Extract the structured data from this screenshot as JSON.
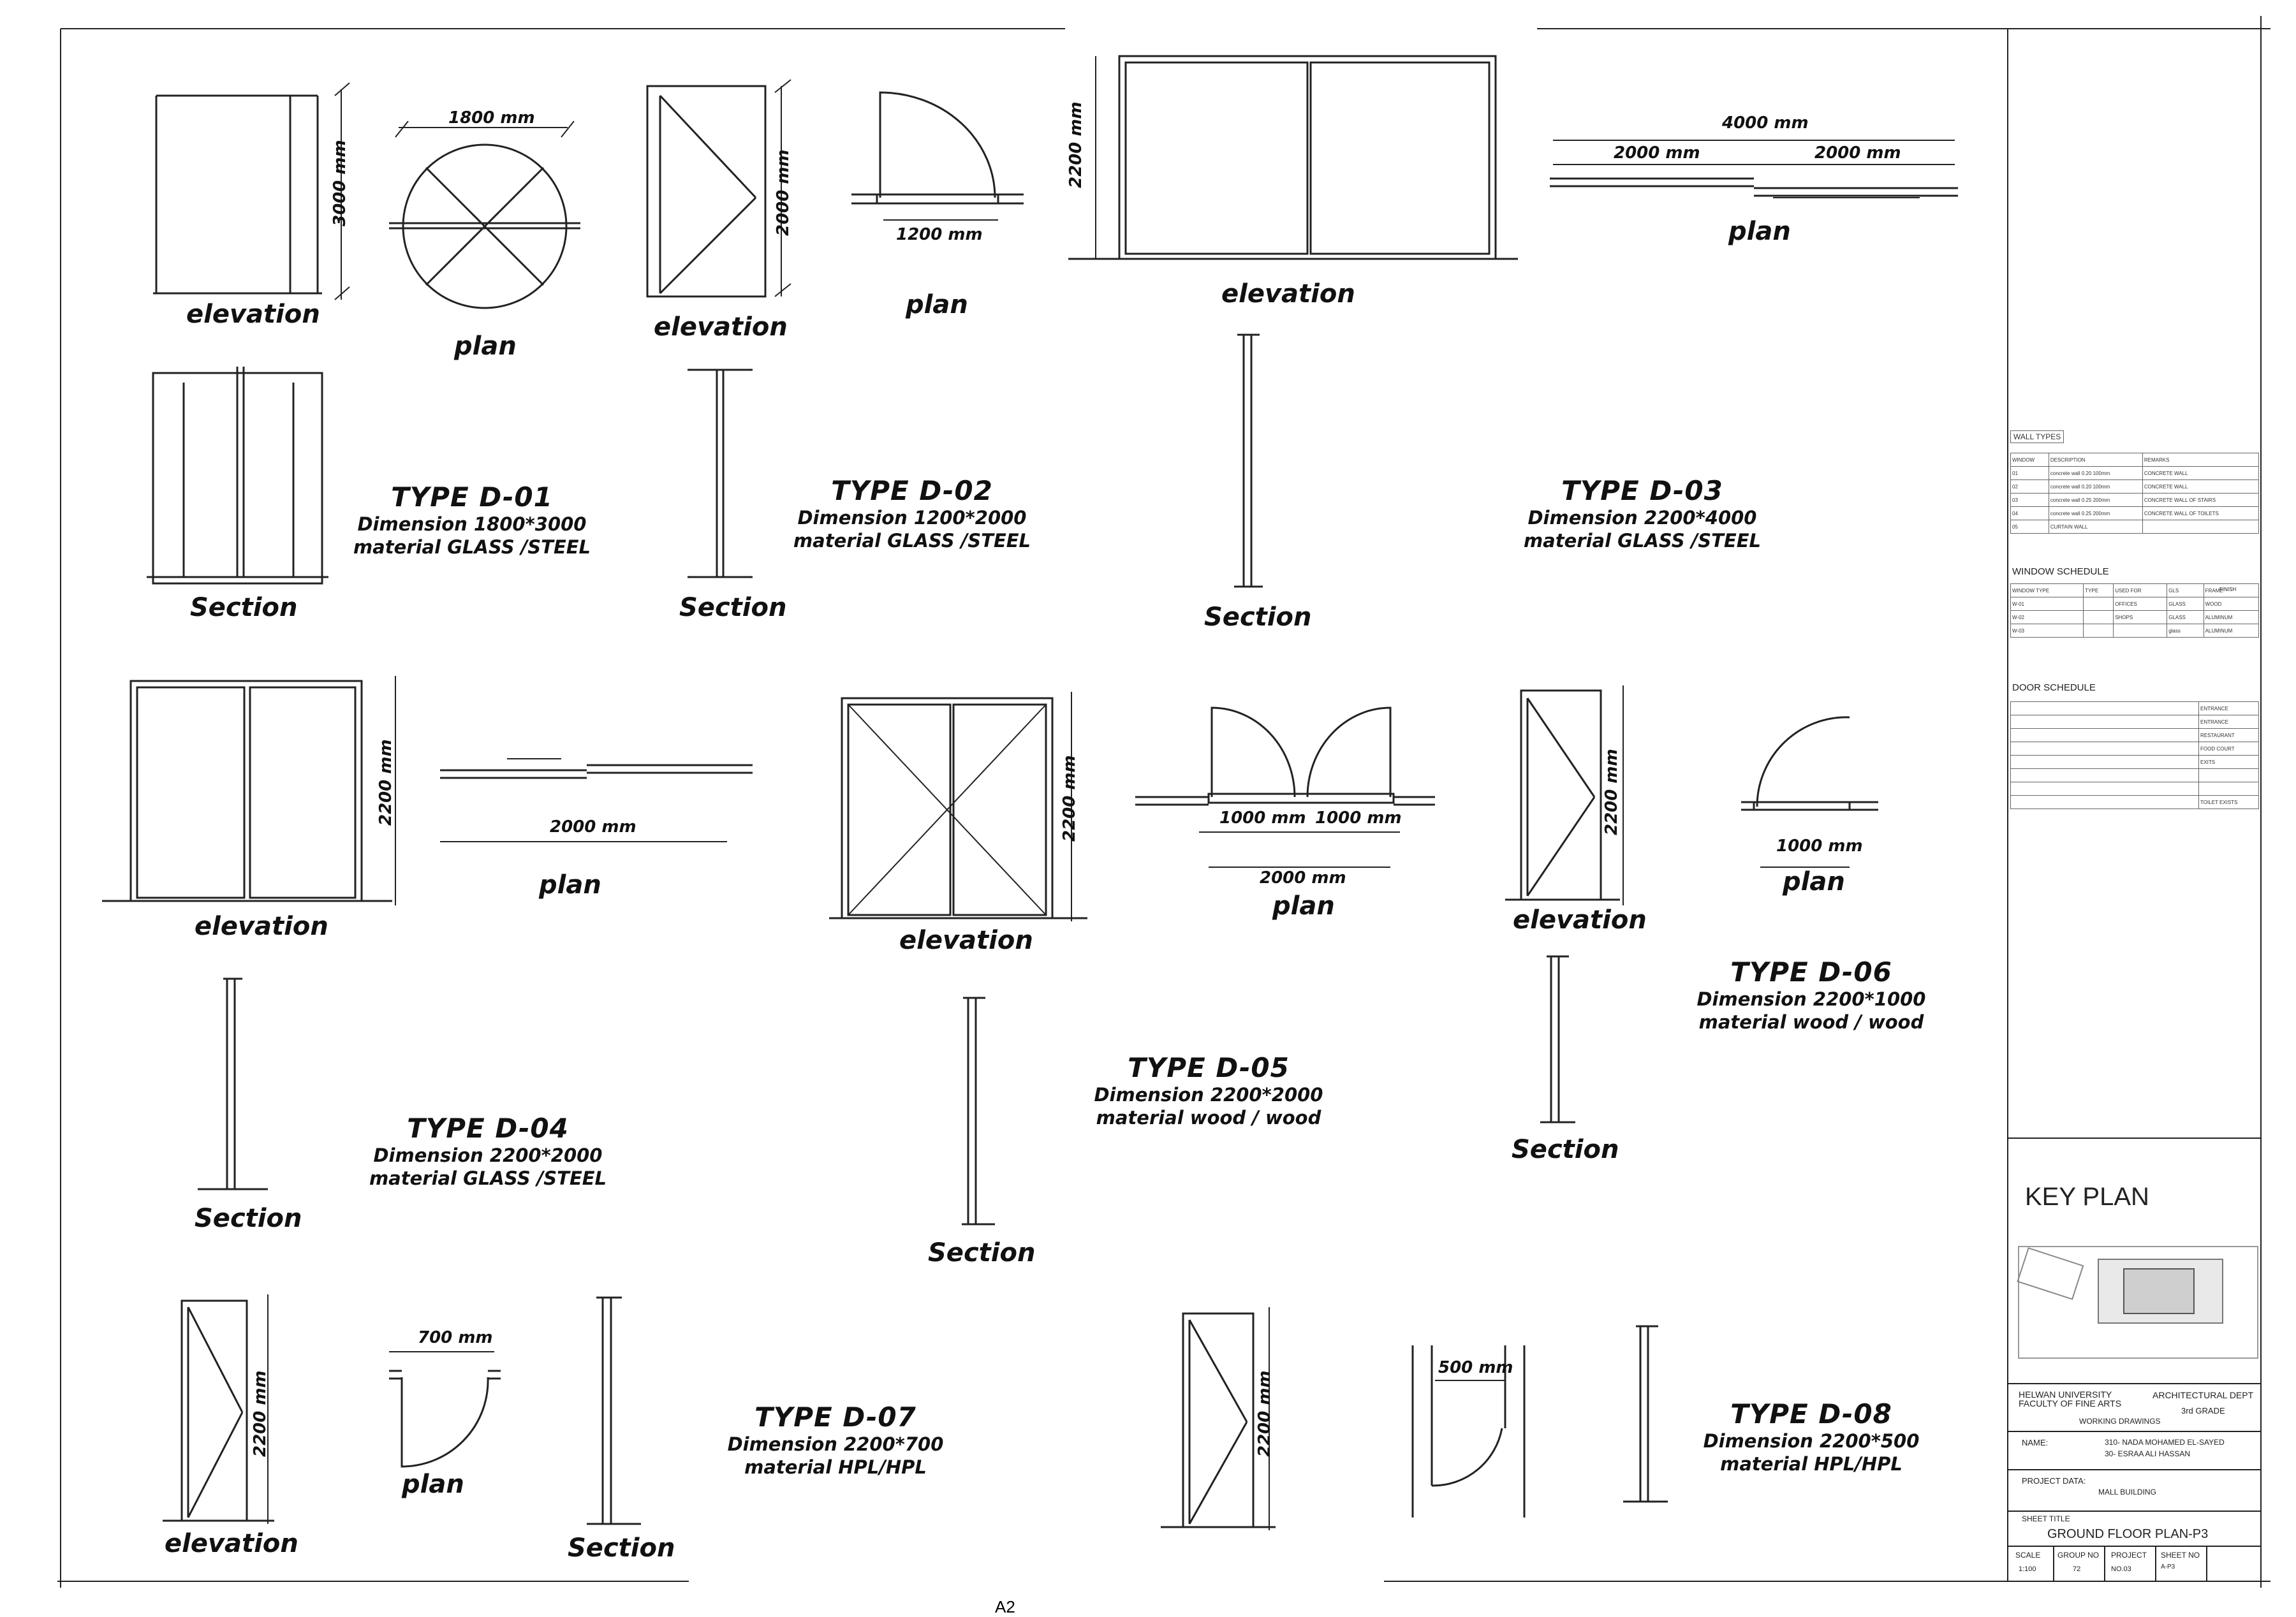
{
  "sheet": {
    "number": "A2"
  },
  "labels": {
    "elevation": "elevation",
    "plan": "plan",
    "section": "Section"
  },
  "doors": [
    {
      "type": "TYPE  D-01",
      "dimension": "Dimension 1800*3000",
      "material": "material GLASS /STEEL",
      "dims": [
        "1800 mm",
        "3000 mm"
      ]
    },
    {
      "type": "TYPE  D-02",
      "dimension": "Dimension 1200*2000",
      "material": "material GLASS /STEEL",
      "dims": [
        "2000 mm",
        "1200 mm"
      ]
    },
    {
      "type": "TYPE  D-03",
      "dimension": "Dimension 2200*4000",
      "material": "material GLASS /STEEL",
      "dims": [
        "2200 mm",
        "4000 mm",
        "2000 mm",
        "2000 mm"
      ]
    },
    {
      "type": "TYPE  D-04",
      "dimension": "Dimension 2200*2000",
      "material": "material GLASS /STEEL",
      "dims": [
        "2200 mm",
        "2000 mm"
      ]
    },
    {
      "type": "TYPE  D-05",
      "dimension": "Dimension 2200*2000",
      "material": "material wood / wood",
      "dims": [
        "2200 mm",
        "1000 mm",
        "1000 mm",
        "2000 mm"
      ]
    },
    {
      "type": "TYPE  D-06",
      "dimension": "Dimension 2200*1000",
      "material": "material wood / wood",
      "dims": [
        "2200 mm",
        "1000 mm"
      ]
    },
    {
      "type": "TYPE  D-07",
      "dimension": "Dimension 2200*700",
      "material": "material HPL/HPL",
      "dims": [
        "2200 mm",
        "700 mm"
      ]
    },
    {
      "type": "TYPE  D-08",
      "dimension": "Dimension 2200*500",
      "material": "material HPL/HPL",
      "dims": [
        "2200 mm",
        "500 mm"
      ]
    }
  ],
  "title_block": {
    "wall_types_title": "WALL TYPES",
    "wall_types_headers": [
      "WINDOW",
      "DESCRIPTION",
      "REMARKS"
    ],
    "wall_types_rows": [
      [
        "01",
        "concrete wall 0.20 100mm",
        "CONCRETE WALL"
      ],
      [
        "02",
        "concrete wall 0.20 100mm",
        "CONCRETE WALL"
      ],
      [
        "03",
        "concrete wall 0.25 200mm",
        "CONCRETE WALL OF STAIRS"
      ],
      [
        "04",
        "concrete wall 0.25 200mm",
        "CONCRETE WALL OF TOILETS"
      ],
      [
        "05",
        "CURTAIN WALL",
        ""
      ]
    ],
    "window_schedule_title": "WINDOW SCHEDULE",
    "window_headers": [
      "WINDOW TYPE",
      "TYPE",
      "USED FOR",
      "FINISH",
      "GLS",
      "FRAME"
    ],
    "window_rows": [
      [
        "W-01",
        "",
        "OFFICES",
        "GLASS",
        "WOOD"
      ],
      [
        "W-02",
        "",
        "SHOPS",
        "GLASS",
        "ALUMINUM"
      ],
      [
        "W-03",
        "",
        "",
        "glass",
        "ALUMINUM"
      ]
    ],
    "door_schedule_title": "DOOR SCHEDULE",
    "door_rows": [
      "ENTRANCE",
      "ENTRANCE",
      "RESTAURANT",
      "FOOD COURT",
      "EXITS",
      "",
      "",
      "TOILET EXISTS"
    ],
    "key_plan": "KEY PLAN",
    "university": "HELWAN UNIVERSITY\nFACULTY OF FINE ARTS",
    "dept": "ARCHITECTURAL DEPT",
    "grade": "3rd GRADE",
    "drawings": "WORKING DRAWINGS",
    "name_label": "NAME:",
    "names": [
      "310- NADA MOHAMED EL-SAYED",
      "30- ESRAA ALI HASSAN"
    ],
    "project_label": "PROJECT DATA:",
    "project": "MALL BUILDING",
    "sheet_title_label": "SHEET TITLE",
    "sheet_title": "GROUND FLOOR PLAN-P3",
    "scale_label": "SCALE",
    "scale": "1:100",
    "group_label": "GROUP NO",
    "group": "72",
    "project_no_label": "PROJECT",
    "project_no": "NO.03",
    "sheet_no_label": "SHEET NO",
    "sheet_no": "A-P3"
  }
}
